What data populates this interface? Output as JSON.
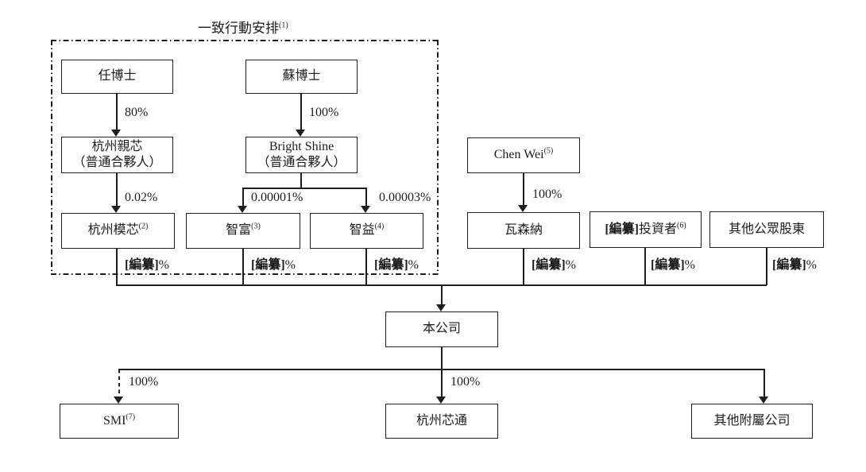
{
  "diagram": {
    "kind": "shareholding-structure",
    "background": "#ffffff",
    "line_color": "#1f1f1f",
    "group": {
      "title": "一致行動安排",
      "title_sup": "(1)",
      "border_style": "dash-dot"
    }
  },
  "nodes": {
    "ren": {
      "label": "任博士"
    },
    "su": {
      "label": "蘇博士"
    },
    "qinxin": {
      "line1": "杭州親芯",
      "line2": "（普通合夥人）"
    },
    "bright_shine": {
      "line1": "Bright Shine",
      "line2": "（普通合夥人）"
    },
    "moxin": {
      "label": "杭州模芯",
      "sup": "(2)"
    },
    "zhifu": {
      "label": "智富",
      "sup": "(3)"
    },
    "zhiyi": {
      "label": "智益",
      "sup": "(4)"
    },
    "chen_wei": {
      "label": "Chen Wei",
      "sup": "(5)"
    },
    "wasenna": {
      "label": "瓦森納"
    },
    "investors": {
      "prefix": "[編纂]",
      "label": "投資者",
      "sup": "(6)"
    },
    "public_shareholders": {
      "label": "其他公眾股東"
    },
    "company": {
      "label": "本公司"
    },
    "smi": {
      "label": "SMI",
      "sup": "(7)"
    },
    "xintong": {
      "label": "杭州芯通"
    },
    "other_subsidiaries": {
      "label": "其他附屬公司"
    }
  },
  "edge_labels": {
    "ren_to_qinxin": "80%",
    "su_to_bright_shine": "100%",
    "qinxin_to_moxin": "0.02%",
    "bright_shine_to_zhifu": "0.00001%",
    "bright_shine_to_zhiyi": "0.00003%",
    "chen_wei_to_wasenna": "100%",
    "company_to_smi": "100%",
    "company_to_xintong": "100%",
    "redacted": "[編纂]",
    "percent_suffix": "%"
  }
}
